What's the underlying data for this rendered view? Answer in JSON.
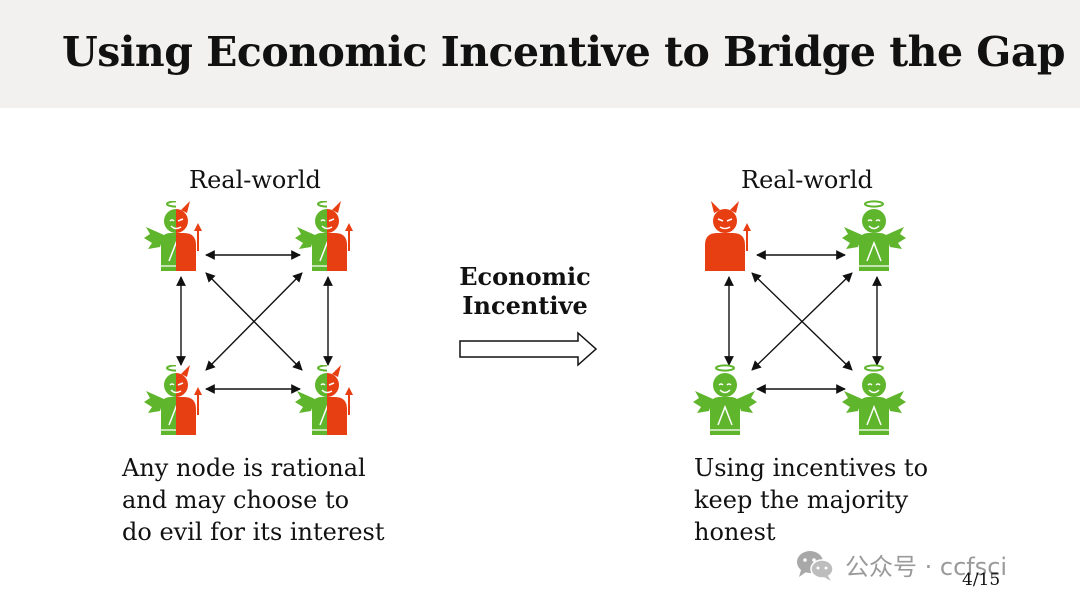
{
  "slide": {
    "title": "Using Economic Incentive to Bridge the Gap",
    "left_panel": {
      "label": "Real-world",
      "caption": [
        "Any node is rational",
        "and may choose to",
        "do evil for its interest"
      ]
    },
    "center": {
      "label_line1": "Economic",
      "label_line2": "Incentive"
    },
    "right_panel": {
      "label": "Real-world",
      "caption": [
        "Using incentives to",
        "keep the majority",
        "honest"
      ]
    },
    "page_number": "4/15",
    "watermark": "公众号 · ccfsci"
  },
  "colors": {
    "angel": "#5fb52c",
    "angel_light": "#8bd14f",
    "devil": "#e83f12",
    "header_bg": "#f2f1ef"
  },
  "icons": [
    "half-angel-half-devil-icon",
    "devil-icon",
    "angel-icon",
    "hollow-arrow-icon",
    "wechat-icon"
  ]
}
